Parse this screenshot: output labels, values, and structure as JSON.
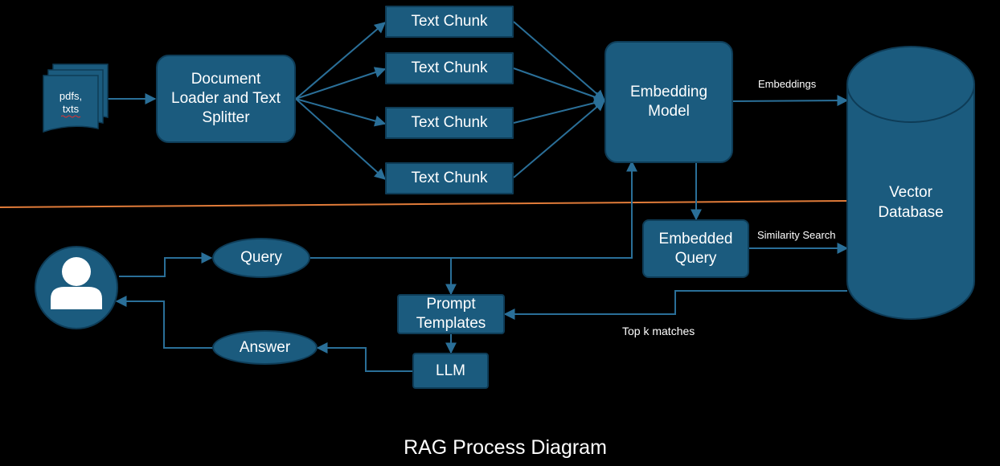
{
  "source": {
    "label": "pdfs,\ntxts"
  },
  "loader": {
    "label": "Document\nLoader and Text\nSplitter"
  },
  "chunks": [
    "Text Chunk",
    "Text Chunk",
    "Text Chunk",
    "Text Chunk"
  ],
  "embedding_model": {
    "label": "Embedding\nModel"
  },
  "embeddings_label": "Embeddings",
  "vector_db": {
    "label": "Vector\nDatabase"
  },
  "query": {
    "label": "Query"
  },
  "embedded_query": {
    "label": "Embedded\nQuery"
  },
  "similarity_search_label": "Similarity Search",
  "top_k_label": "Top k matches",
  "prompt_templates": {
    "label": "Prompt\nTemplates"
  },
  "llm": {
    "label": "LLM"
  },
  "answer": {
    "label": "Answer"
  },
  "caption": "RAG Process Diagram",
  "colors": {
    "node_fill": "#1b5b7e",
    "node_border": "#0e3c57",
    "connector": "#2a6f98",
    "divider": "#e07b39",
    "background": "#000000"
  }
}
